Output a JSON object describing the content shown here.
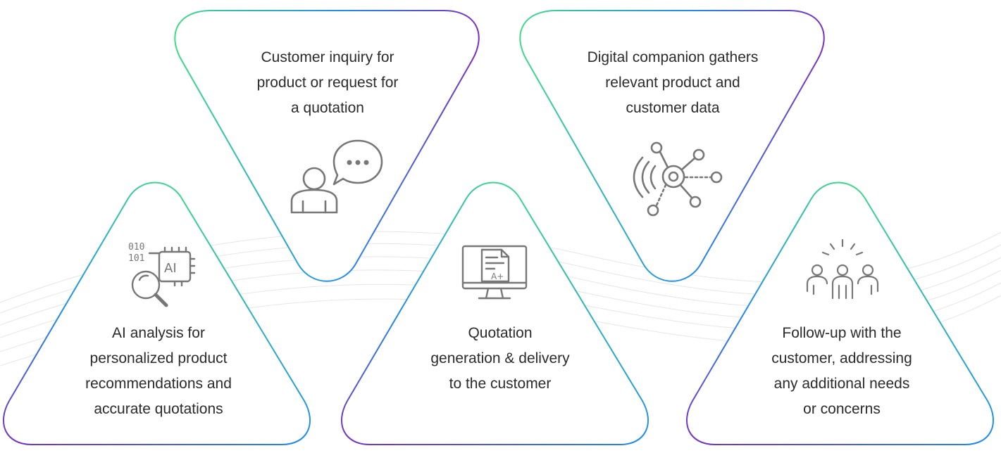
{
  "steps": [
    {
      "id": "step-1",
      "text": "Customer inquiry for\nproduct or request for\na quotation",
      "icon": "customer-chat-icon"
    },
    {
      "id": "step-2",
      "text": "Digital companion gathers\nrelevant product and\ncustomer data",
      "icon": "data-network-icon"
    },
    {
      "id": "step-3",
      "text": "AI analysis for\npersonalized product\nrecommendations and\naccurate quotations",
      "icon": "ai-chip-search-icon"
    },
    {
      "id": "step-4",
      "text": "Quotation\ngeneration & delivery\nto the customer",
      "icon": "quotation-monitor-icon"
    },
    {
      "id": "step-5",
      "text": "Follow-up with the\ncustomer, addressing\nany additional needs\nor concerns",
      "icon": "team-idea-icon"
    }
  ],
  "colors": {
    "gradient_green": "#3ddc84",
    "gradient_blue": "#1e8cf0",
    "gradient_purple": "#7a2fc2",
    "icon_gray": "#777777",
    "text": "#2b2b2b"
  }
}
